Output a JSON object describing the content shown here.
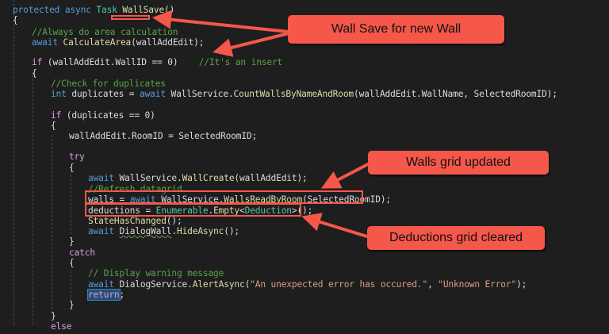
{
  "code": {
    "signature": {
      "modifier1": "protected",
      "modifier2": "async",
      "return_type": "Task",
      "method_name": "WallSave",
      "parens": "()"
    },
    "lines": {
      "open_brace_1": "{",
      "comment_area": "//Always do area calculation",
      "await_kw": "await",
      "calc_call": "CalculateArea",
      "calc_args": "(wallAddEdit);",
      "if_kw": "if",
      "if_cond": "(wallAddEdit.WallID == 0)",
      "comment_insert": "//It's an insert",
      "open_brace_2": "{",
      "comment_dup": "//Check for duplicates",
      "int_kw": "int",
      "dup_var": "duplicates =",
      "dup_await": "await",
      "dup_service": "WallService.",
      "dup_method": "CountWallsByNameAndRoom",
      "dup_args": "(wallAddEdit.WallName, SelectedRoomID);",
      "if2_kw": "if",
      "if2_cond": "(duplicates == 0)",
      "open_brace_3": "{",
      "room_assign": "wallAddEdit.RoomID = SelectedRoomID;",
      "try_kw": "try",
      "open_brace_4": "{",
      "create_await": "await",
      "create_service": "WallService.",
      "create_method": "WallCreate",
      "create_args": "(wallAddEdit);",
      "comment_refresh": "//Refresh datagrid",
      "walls_var": "walls =",
      "walls_await": "await",
      "walls_service": "WallService.",
      "walls_method": "WallsReadByRoom",
      "walls_args": "(SelectedRoomID);",
      "ded_var": "deductions =",
      "ded_type": "Enumerable",
      "ded_dot": ".",
      "ded_method": "Empty",
      "ded_lt": "<",
      "ded_generic": "Deduction",
      "ded_end": ">();",
      "state_method": "StateHasChanged",
      "state_end": "();",
      "hide_await": "await",
      "hide_obj": "DialogWall",
      "hide_dot": ".",
      "hide_method": "HideAsync",
      "hide_end": "();",
      "close_brace_4": "}",
      "catch_kw": "catch",
      "open_brace_5": "{",
      "comment_warn": "// Display warning message",
      "alert_await": "await",
      "alert_service": "DialogService.",
      "alert_method": "AlertAsync",
      "alert_open": "(",
      "alert_msg": "\"An unexpected error has occured.\"",
      "alert_sep": ", ",
      "alert_title": "\"Unknown Error\"",
      "alert_end": ");",
      "return_kw": "return",
      "return_end": ";",
      "close_brace_5": "}",
      "close_brace_3": "}",
      "else_kw": "else"
    }
  },
  "annotations": {
    "wall_save": "Wall Save for new Wall",
    "walls_grid": "Walls grid updated",
    "deductions_grid": "Deductions grid cleared",
    "color": "#f5574a"
  }
}
